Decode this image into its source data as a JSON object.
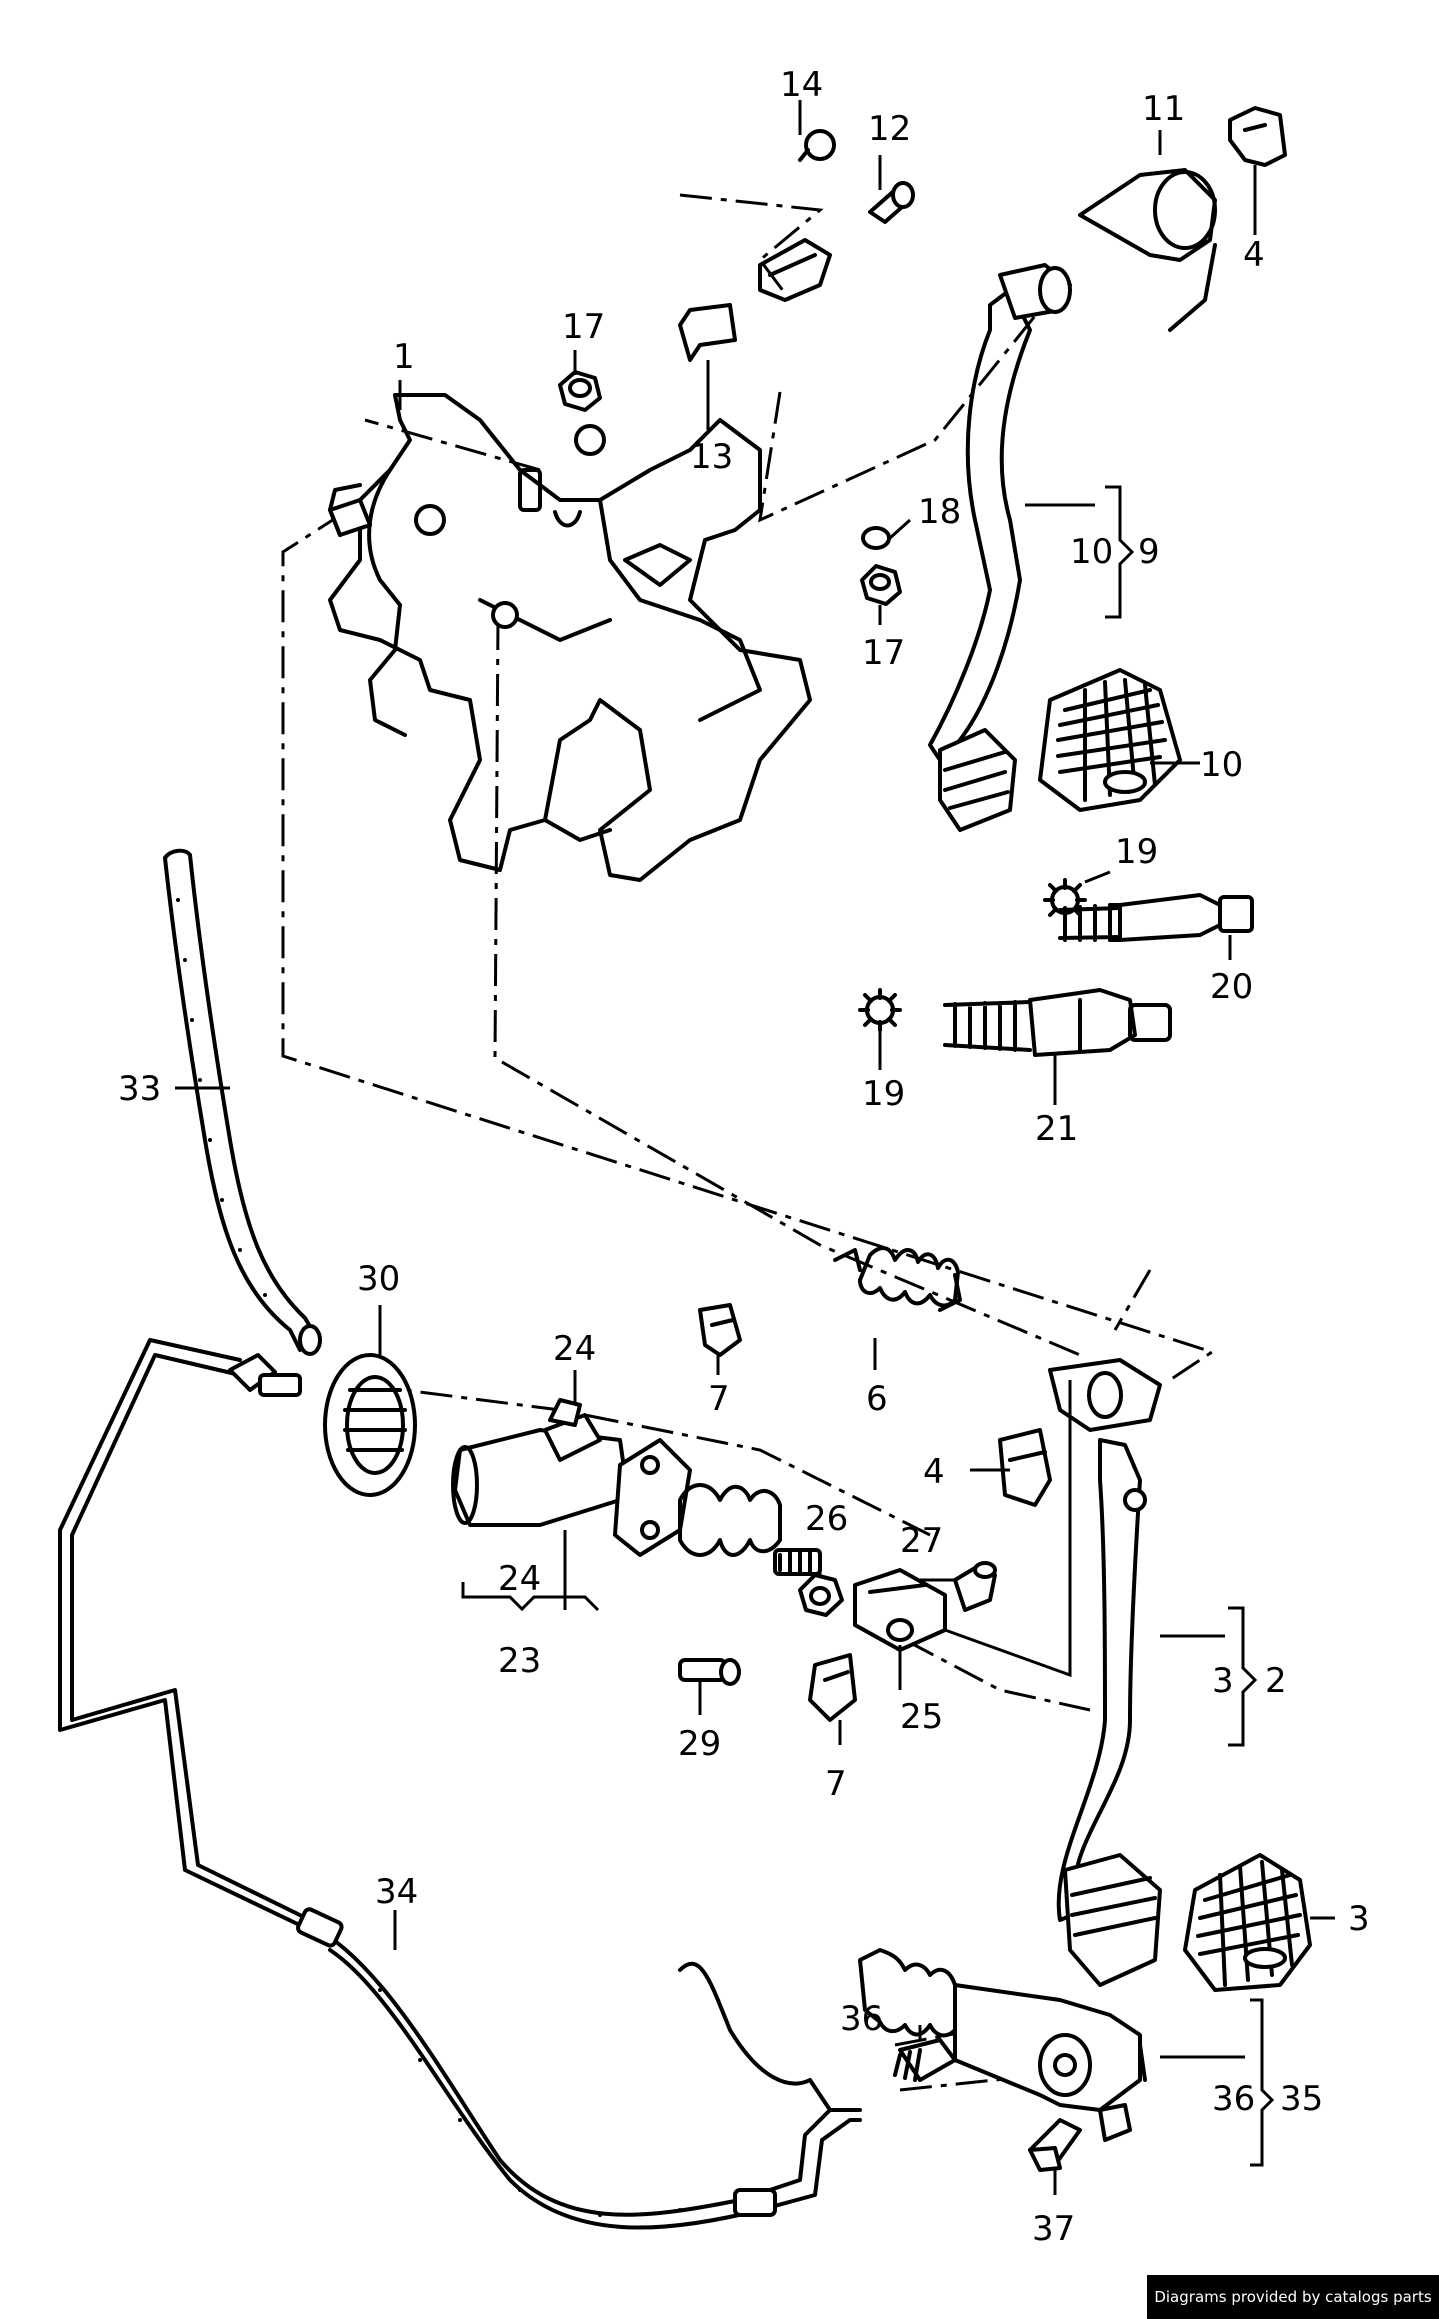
{
  "callouts": {
    "c1": "1",
    "c2": "2",
    "c3a": "3",
    "c3b": "3",
    "c4a": "4",
    "c4b": "4",
    "c6": "6",
    "c7a": "7",
    "c7b": "7",
    "c9": "9",
    "c10a": "10",
    "c10b": "10",
    "c11": "11",
    "c12": "12",
    "c13": "13",
    "c14": "14",
    "c17a": "17",
    "c17b": "17",
    "c18": "18",
    "c19a": "19",
    "c19b": "19",
    "c20": "20",
    "c21": "21",
    "c23": "23",
    "c24a": "24",
    "c24b": "24",
    "c25": "25",
    "c26": "26",
    "c27": "27",
    "c29": "29",
    "c30": "30",
    "c33": "33",
    "c34": "34",
    "c35": "35",
    "c36a": "36",
    "c36b": "36",
    "c37": "37"
  },
  "credit": "Diagrams provided by catalogs parts"
}
